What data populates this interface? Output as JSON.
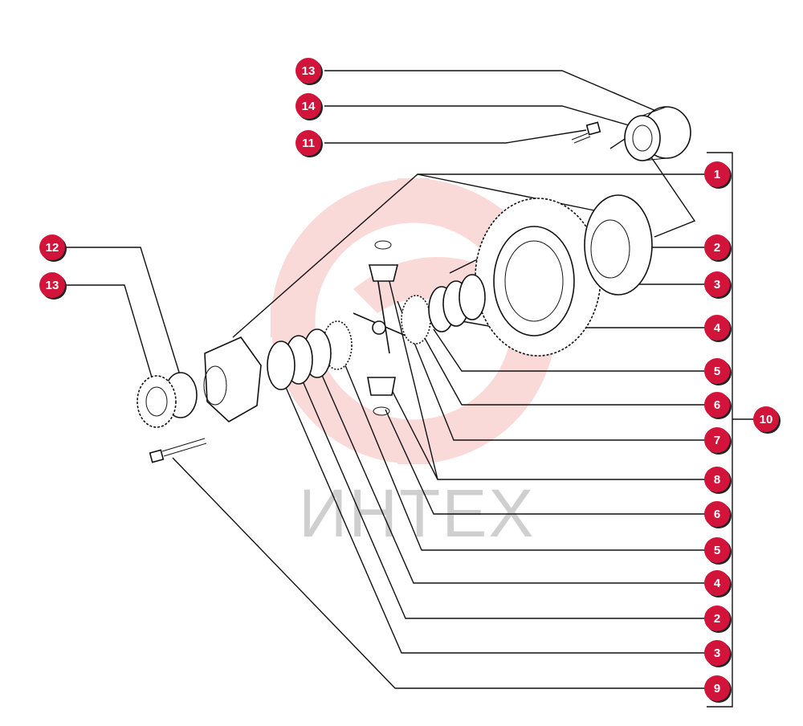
{
  "watermark": {
    "text": "ИНТЕХ",
    "color": "#f07a7a"
  },
  "badge_color": "#d3143a",
  "callouts": [
    {
      "id": "c13a",
      "label": "13"
    },
    {
      "id": "c14",
      "label": "14"
    },
    {
      "id": "c11",
      "label": "11"
    },
    {
      "id": "c1",
      "label": "1"
    },
    {
      "id": "c12",
      "label": "12"
    },
    {
      "id": "c13b",
      "label": "13"
    },
    {
      "id": "c2a",
      "label": "2"
    },
    {
      "id": "c3a",
      "label": "3"
    },
    {
      "id": "c4a",
      "label": "4"
    },
    {
      "id": "c5a",
      "label": "5"
    },
    {
      "id": "c6a",
      "label": "6"
    },
    {
      "id": "c7",
      "label": "7"
    },
    {
      "id": "c8",
      "label": "8"
    },
    {
      "id": "c6b",
      "label": "6"
    },
    {
      "id": "c5b",
      "label": "5"
    },
    {
      "id": "c4b",
      "label": "4"
    },
    {
      "id": "c2b",
      "label": "2"
    },
    {
      "id": "c3b",
      "label": "3"
    },
    {
      "id": "c9",
      "label": "9"
    },
    {
      "id": "c10",
      "label": "10"
    }
  ]
}
